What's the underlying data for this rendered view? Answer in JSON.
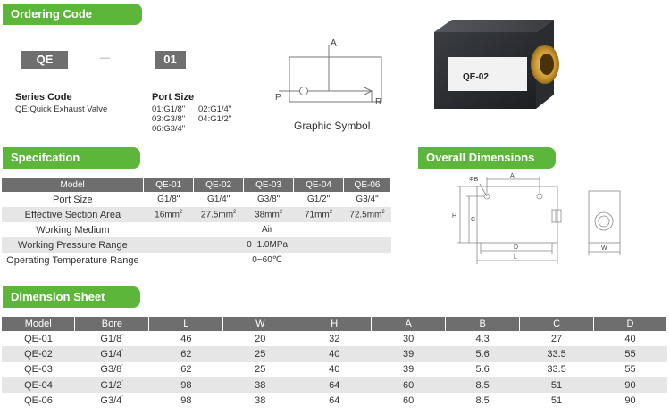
{
  "ordering": {
    "tab_title": "Ordering Code",
    "code_box": "QE",
    "dash": "—",
    "port_box": "01",
    "series_code_label": "Series Code",
    "series_code_desc": "QE:Quick Exhaust Valve",
    "port_size_label": "Port Size",
    "port_size_options": [
      "01:G1/8\"",
      "02:G1/4\"",
      "03:G3/8\"",
      "04:G1/2\"",
      "06:G3/4\""
    ]
  },
  "symbol": {
    "label": "Graphic Symbol",
    "port_a": "A",
    "port_p": "P",
    "port_r": "R"
  },
  "product": {
    "label": "QE-02"
  },
  "spec": {
    "tab_title": "Specifcation",
    "header": [
      "Model",
      "QE-01",
      "QE-02",
      "QE-03",
      "QE-04",
      "QE-06"
    ],
    "port_size": {
      "label": "Port Size",
      "values": [
        "G1/8\"",
        "G1/4\"",
        "G3/8\"",
        "G1/2\"",
        "G3/4\""
      ]
    },
    "section_area": {
      "label": "Effective Section Area",
      "values": [
        "16mm",
        "27.5mm",
        "38mm",
        "71mm",
        "72.5mm"
      ],
      "sup": "2"
    },
    "medium": {
      "label": "Working Medium",
      "value": "Air"
    },
    "pressure": {
      "label": "Working Pressure Range",
      "value": "0~1.0MPa"
    },
    "temperature": {
      "label": "Operating Temperature Range",
      "value": "0~60℃"
    }
  },
  "overall": {
    "tab_title": "Overall Dimensions",
    "labels": {
      "phib": "ΦB",
      "a": "A",
      "h": "H",
      "c": "C",
      "d": "D",
      "l": "L",
      "w": "W"
    }
  },
  "dimension": {
    "tab_title": "Dimension Sheet",
    "header": [
      "Model",
      "Bore",
      "L",
      "W",
      "H",
      "A",
      "B",
      "C",
      "D"
    ],
    "inch_mark": "\"",
    "rows": [
      [
        "QE-01",
        "G1/8",
        "46",
        "20",
        "32",
        "30",
        "4.3",
        "27",
        "40"
      ],
      [
        "QE-02",
        "G1/4",
        "62",
        "25",
        "40",
        "39",
        "5.6",
        "33.5",
        "55"
      ],
      [
        "QE-03",
        "G3/8",
        "62",
        "25",
        "40",
        "39",
        "5.6",
        "33.5",
        "55"
      ],
      [
        "QE-04",
        "G1/2",
        "98",
        "38",
        "64",
        "60",
        "8.5",
        "51",
        "90"
      ],
      [
        "QE-06",
        "G3/4",
        "98",
        "38",
        "64",
        "60",
        "8.5",
        "51",
        "90"
      ]
    ]
  },
  "colors": {
    "accent": "#5cb63a",
    "header_gray": "#6e6e6e",
    "row_alt": "#e6e6e6"
  }
}
